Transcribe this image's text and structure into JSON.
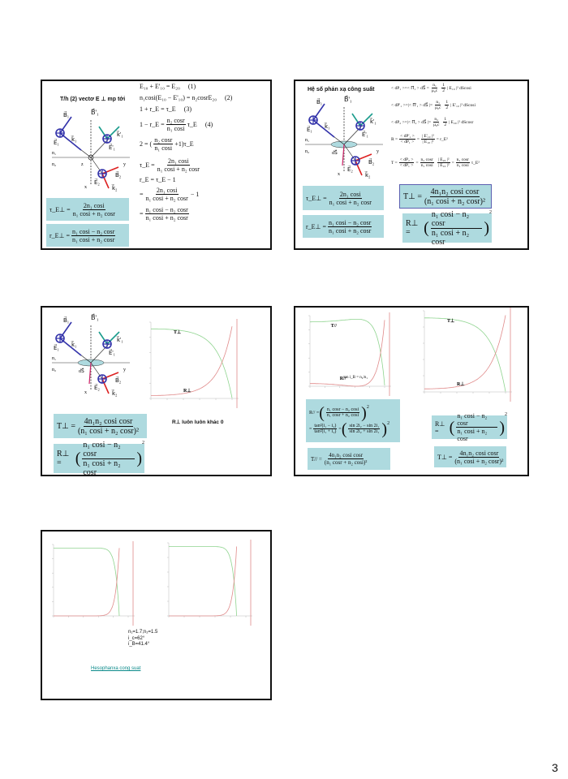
{
  "page_number": "3",
  "colors": {
    "box": "#aedadf",
    "incident": "#3333aa",
    "reflected": "#1a9c8c",
    "refracted": "#dd2222",
    "T_curve": "#8fd48f",
    "R_curve": "#e08a8a",
    "link": "#0a8a8a"
  },
  "diagram_labels": {
    "B1": "B⃗₁",
    "E1": "E⃗₁",
    "k1": "k⃗₁",
    "B1p": "B⃗'₁",
    "k1p": "k⃗'₁",
    "E1p": "E⃗'₁",
    "n1": "n₁",
    "n2": "n₂",
    "z": "z",
    "y": "y",
    "x": "x",
    "E2": "E⃗₂",
    "B2": "B⃗₂",
    "k2": "k⃗₂",
    "dS": "dS⃗"
  },
  "slide1": {
    "title": "T/h (2) vectơ E ⊥ mp tới",
    "equations": [
      {
        "parts": [
          "E₁₀ + E'₁₀ = E₂₀"
        ],
        "tag": "(1)"
      },
      {
        "parts": [
          "n₁cosi(E₁₀ − E'₁₀) = n₂cosrE₂₀"
        ],
        "tag": "(2)"
      },
      {
        "parts": [
          "1 + r_E = τ_E"
        ],
        "tag": "(3)"
      },
      {
        "parts": [
          "1 − r_E = ",
          {
            "num": "n₂ cosr",
            "den": "n₁ cosi"
          },
          "τ_E"
        ],
        "tag": "(4)"
      },
      {
        "parts": [
          "2 = (",
          {
            "num": "n₂ cosr",
            "den": "n₁ cosi"
          },
          "+1)τ_E"
        ]
      },
      {
        "parts": [
          "τ_E = ",
          {
            "num": "2n₁ cosi",
            "den": "n₁ cosi + n₂ cosr"
          }
        ]
      },
      {
        "parts": [
          "r_E = τ_E − 1"
        ]
      },
      {
        "parts": [
          "= ",
          {
            "num": "2n₁ cosi",
            "den": "n₁ cosi + n₂ cosr"
          },
          " − 1"
        ]
      },
      {
        "parts": [
          "= ",
          {
            "num": "n₁ cosi − n₂ cosr",
            "den": "n₁ cosi + n₂ cosr"
          }
        ]
      }
    ],
    "boxes": [
      {
        "parts": [
          "τ_E⊥ = ",
          {
            "num": "2n₁ cosi",
            "den": "n₁ cosi + n₂ cosr"
          }
        ]
      },
      {
        "parts": [
          "r_E⊥ = ",
          {
            "num": "n₁ cosi − n₂ cosr",
            "den": "n₁ cosi + n₂ cosr"
          }
        ]
      }
    ]
  },
  "slide2": {
    "title": "Hệ số phản xạ công suất",
    "equations": [
      {
        "parts": [
          "< dP₁ >=< Π⃗₁ > dS⃗ = ",
          {
            "num": "n₁",
            "den": "μ₀c"
          },
          {
            "num": "1",
            "den": "2"
          },
          "| E₁₀ |² dScosi"
        ]
      },
      {
        "parts": [
          "< dP'₁ >=|< Π⃗'₁ > dS⃗ |= ",
          {
            "num": "n₁",
            "den": "μ₀c"
          },
          {
            "num": "1",
            "den": "2"
          },
          "| E'₁₀ |² dScosi"
        ]
      },
      {
        "parts": [
          "< dP₂ >=|< Π⃗₂ > dS⃗ |= ",
          {
            "num": "n₂",
            "den": "μ₀c"
          },
          {
            "num": "1",
            "den": "2"
          },
          "| E₂₀ |² dScosr"
        ]
      },
      {
        "parts": [
          "R = ",
          {
            "num": "< dP'₁ >",
            "den": "< dP₁ >"
          },
          " = ",
          {
            "num": "| E'₁₀ |²",
            "den": "| E₁₀ |²"
          },
          " = r_E²"
        ]
      },
      {
        "parts": [
          "T = ",
          {
            "num": "< dP₂ >",
            "den": "< dP₁ >"
          },
          " = ",
          {
            "num": "n₂ cosr",
            "den": "n₁ cosi"
          },
          {
            "num": "| E₂₀ |²",
            "den": "| E₁₀ |²"
          },
          " = ",
          {
            "num": "n₂ cosr",
            "den": "n₁ cosi"
          },
          "τ_E²"
        ]
      }
    ],
    "boxes": [
      {
        "parts": [
          "τ_E⊥ = ",
          {
            "num": "2n₁ cosi",
            "den": "n₁ cosi + n₂ cosr"
          }
        ]
      },
      {
        "parts": [
          "r_E⊥ = ",
          {
            "num": "n₁ cosi − n₂ cosr",
            "den": "n₁ cosi + n₂ cosr"
          }
        ]
      },
      {
        "parts": [
          "T⊥ = ",
          {
            "num": "4n₁n₂ cosi cosr",
            "den": "(n₁ cosi + n₂ cosr)²"
          }
        ]
      },
      {
        "parts": [
          "R⊥ = ",
          {
            "paren": "("
          },
          {
            "num": "n₁ cosi − n₂ cosr",
            "den": "n₁ cosi + n₂ cosr"
          },
          {
            "paren": ")"
          },
          {
            "sup": "2"
          }
        ]
      }
    ]
  },
  "slide3": {
    "chart_labels": {
      "T": "T⊥",
      "R": "R⊥"
    },
    "caption": "R⊥ luôn luôn khác 0",
    "boxes": [
      {
        "parts": [
          "T⊥ = ",
          {
            "num": "4n₁n₂ cosi cosr",
            "den": "(n₁ cosi + n₂ cosr)²"
          }
        ]
      },
      {
        "parts": [
          "R⊥ = ",
          {
            "paren": "("
          },
          {
            "num": "n₁ cosi − n₂ cosr",
            "den": "n₁ cosi + n₂ cosr"
          },
          {
            "paren": ")"
          },
          {
            "sup": "2"
          }
        ]
      }
    ]
  },
  "slide4": {
    "left_chart_labels": {
      "T": "T//",
      "R": "R//",
      "brewster": "tan i_B = n₂/n₁"
    },
    "right_chart_labels": {
      "T": "T⊥",
      "R": "R⊥"
    },
    "boxes": [
      {
        "parts": [
          "R// = ",
          {
            "paren": "("
          },
          {
            "num": "n₁ cosr − n₂ cosi",
            "den": "n₁ cosr + n₂ cosi"
          },
          {
            "paren": ")"
          },
          {
            "sup": "2"
          }
        ]
      },
      {
        "parts": [
          "= ",
          {
            "num": "tan²(i₁ − i₂)",
            "den": "tan²(i₁ + i₂)"
          },
          " = ",
          {
            "paren": "("
          },
          {
            "num": "sin 2i₂ − sin 2i₁",
            "den": "sin 2i₂ + sin 2i₁"
          },
          {
            "paren": ")"
          },
          {
            "sup": "2"
          }
        ]
      },
      {
        "parts": [
          "T// = ",
          {
            "num": "4n₁n₂ cosi cosr",
            "den": "(n₁ cosr + n₂ cosi)²"
          }
        ]
      },
      {
        "parts": [
          "R⊥ = ",
          {
            "paren": "("
          },
          {
            "num": "n₁ cosi − n₂ cosr",
            "den": "n₁ cosi + n₂ cosr"
          },
          {
            "paren": ")"
          },
          {
            "sup": "2"
          }
        ]
      },
      {
        "parts": [
          "T⊥ = ",
          {
            "num": "4n₁n₂ cosi cosr",
            "den": "(n₁ cosi + n₂ cosr)²"
          }
        ]
      }
    ]
  },
  "slide5": {
    "info": [
      "n₁=1.7;n₂=1.5",
      "i_c=62°",
      "i_B=41.4°"
    ],
    "link": "Hesophanxa cong suat"
  }
}
